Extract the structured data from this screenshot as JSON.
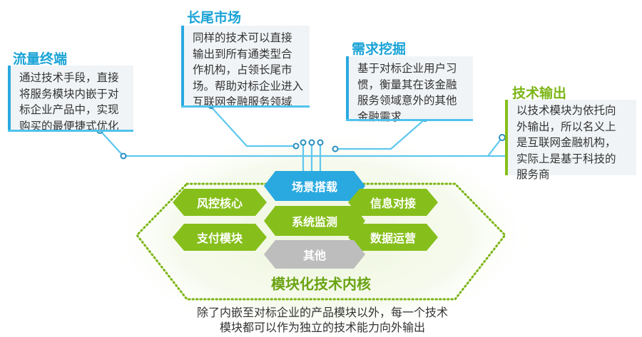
{
  "colors": {
    "blue": "#29a9e0",
    "green": "#86bf1b",
    "gray": "#bdbdbd",
    "box_bg": "#f1f4f6"
  },
  "callouts": {
    "traffic_terminal": {
      "title": "流量终端",
      "lines": [
        "通过技术手段，直接",
        "将服务模块内嵌于对",
        "标企业产品中，实现",
        "购买的最便捷式优化"
      ]
    },
    "long_tail_market": {
      "title": "长尾市场",
      "lines": [
        "同样的技术可以直接",
        "输出到所有通类型合",
        "作机构，占领长尾市",
        "场。帮助对标企业进入",
        "互联网金融服务领域"
      ]
    },
    "demand_mining": {
      "title": "需求挖掘",
      "lines": [
        "基于对标企业用户习",
        "惯，衡量其在该金融",
        "服务领域意外的其他",
        "金融需求"
      ]
    },
    "tech_export": {
      "title": "技术输出",
      "lines": [
        "以技术模块为依托向",
        "外输出，所以名义上",
        "是互联网金融机构，",
        "实际上是基于科技的",
        "服务商"
      ]
    }
  },
  "modules": {
    "scenario": "场景搭载",
    "risk_control": "风控核心",
    "info_docking": "信息对接",
    "system_monitor": "系统监测",
    "payment": "支付模块",
    "data_ops": "数据运营",
    "other": "其他"
  },
  "core_title": "模块化技术内核",
  "bottom_text": [
    "除了内嵌至对标企业的产品模块以外，每一个技术",
    "模块都可以作为独立的技术能力向外输出"
  ]
}
